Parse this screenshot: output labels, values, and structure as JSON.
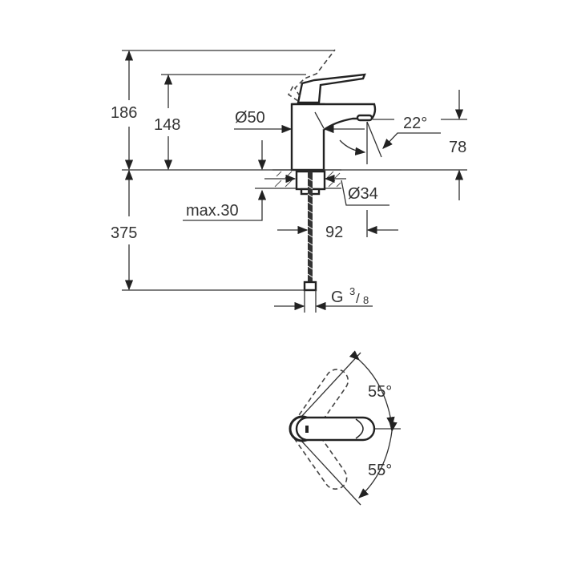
{
  "side_view": {
    "labels": {
      "total_height": "186",
      "spout_height": "148",
      "body_diameter": "Ø50",
      "spout_angle": "22°",
      "outlet_height": "78",
      "max_thickness": "max.30",
      "hole_diameter": "Ø34",
      "hose_length": "375",
      "projection": "92",
      "thread_g": "G",
      "thread_num": "3",
      "thread_den": "8"
    }
  },
  "top_view": {
    "labels": {
      "angle_up": "55°",
      "angle_down": "55°"
    }
  },
  "colors": {
    "line": "#333333",
    "background": "#ffffff"
  }
}
